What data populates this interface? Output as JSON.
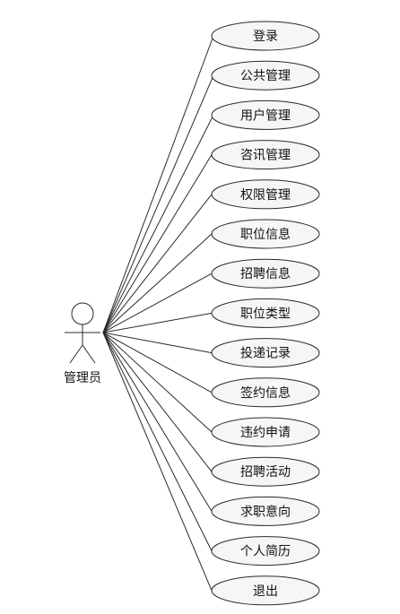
{
  "actor": {
    "label": "管理员"
  },
  "use_cases": [
    "登录",
    "公共管理",
    "用户管理",
    "咨讯管理",
    "权限管理",
    "职位信息",
    "招聘信息",
    "职位类型",
    "投递记录",
    "签约信息",
    "违约申请",
    "招聘活动",
    "求职意向",
    "个人简历",
    "退出"
  ],
  "colors": {
    "ellipse_fill": "#f6f6f6",
    "stroke": "#2a2a2a",
    "text": "#111111"
  }
}
